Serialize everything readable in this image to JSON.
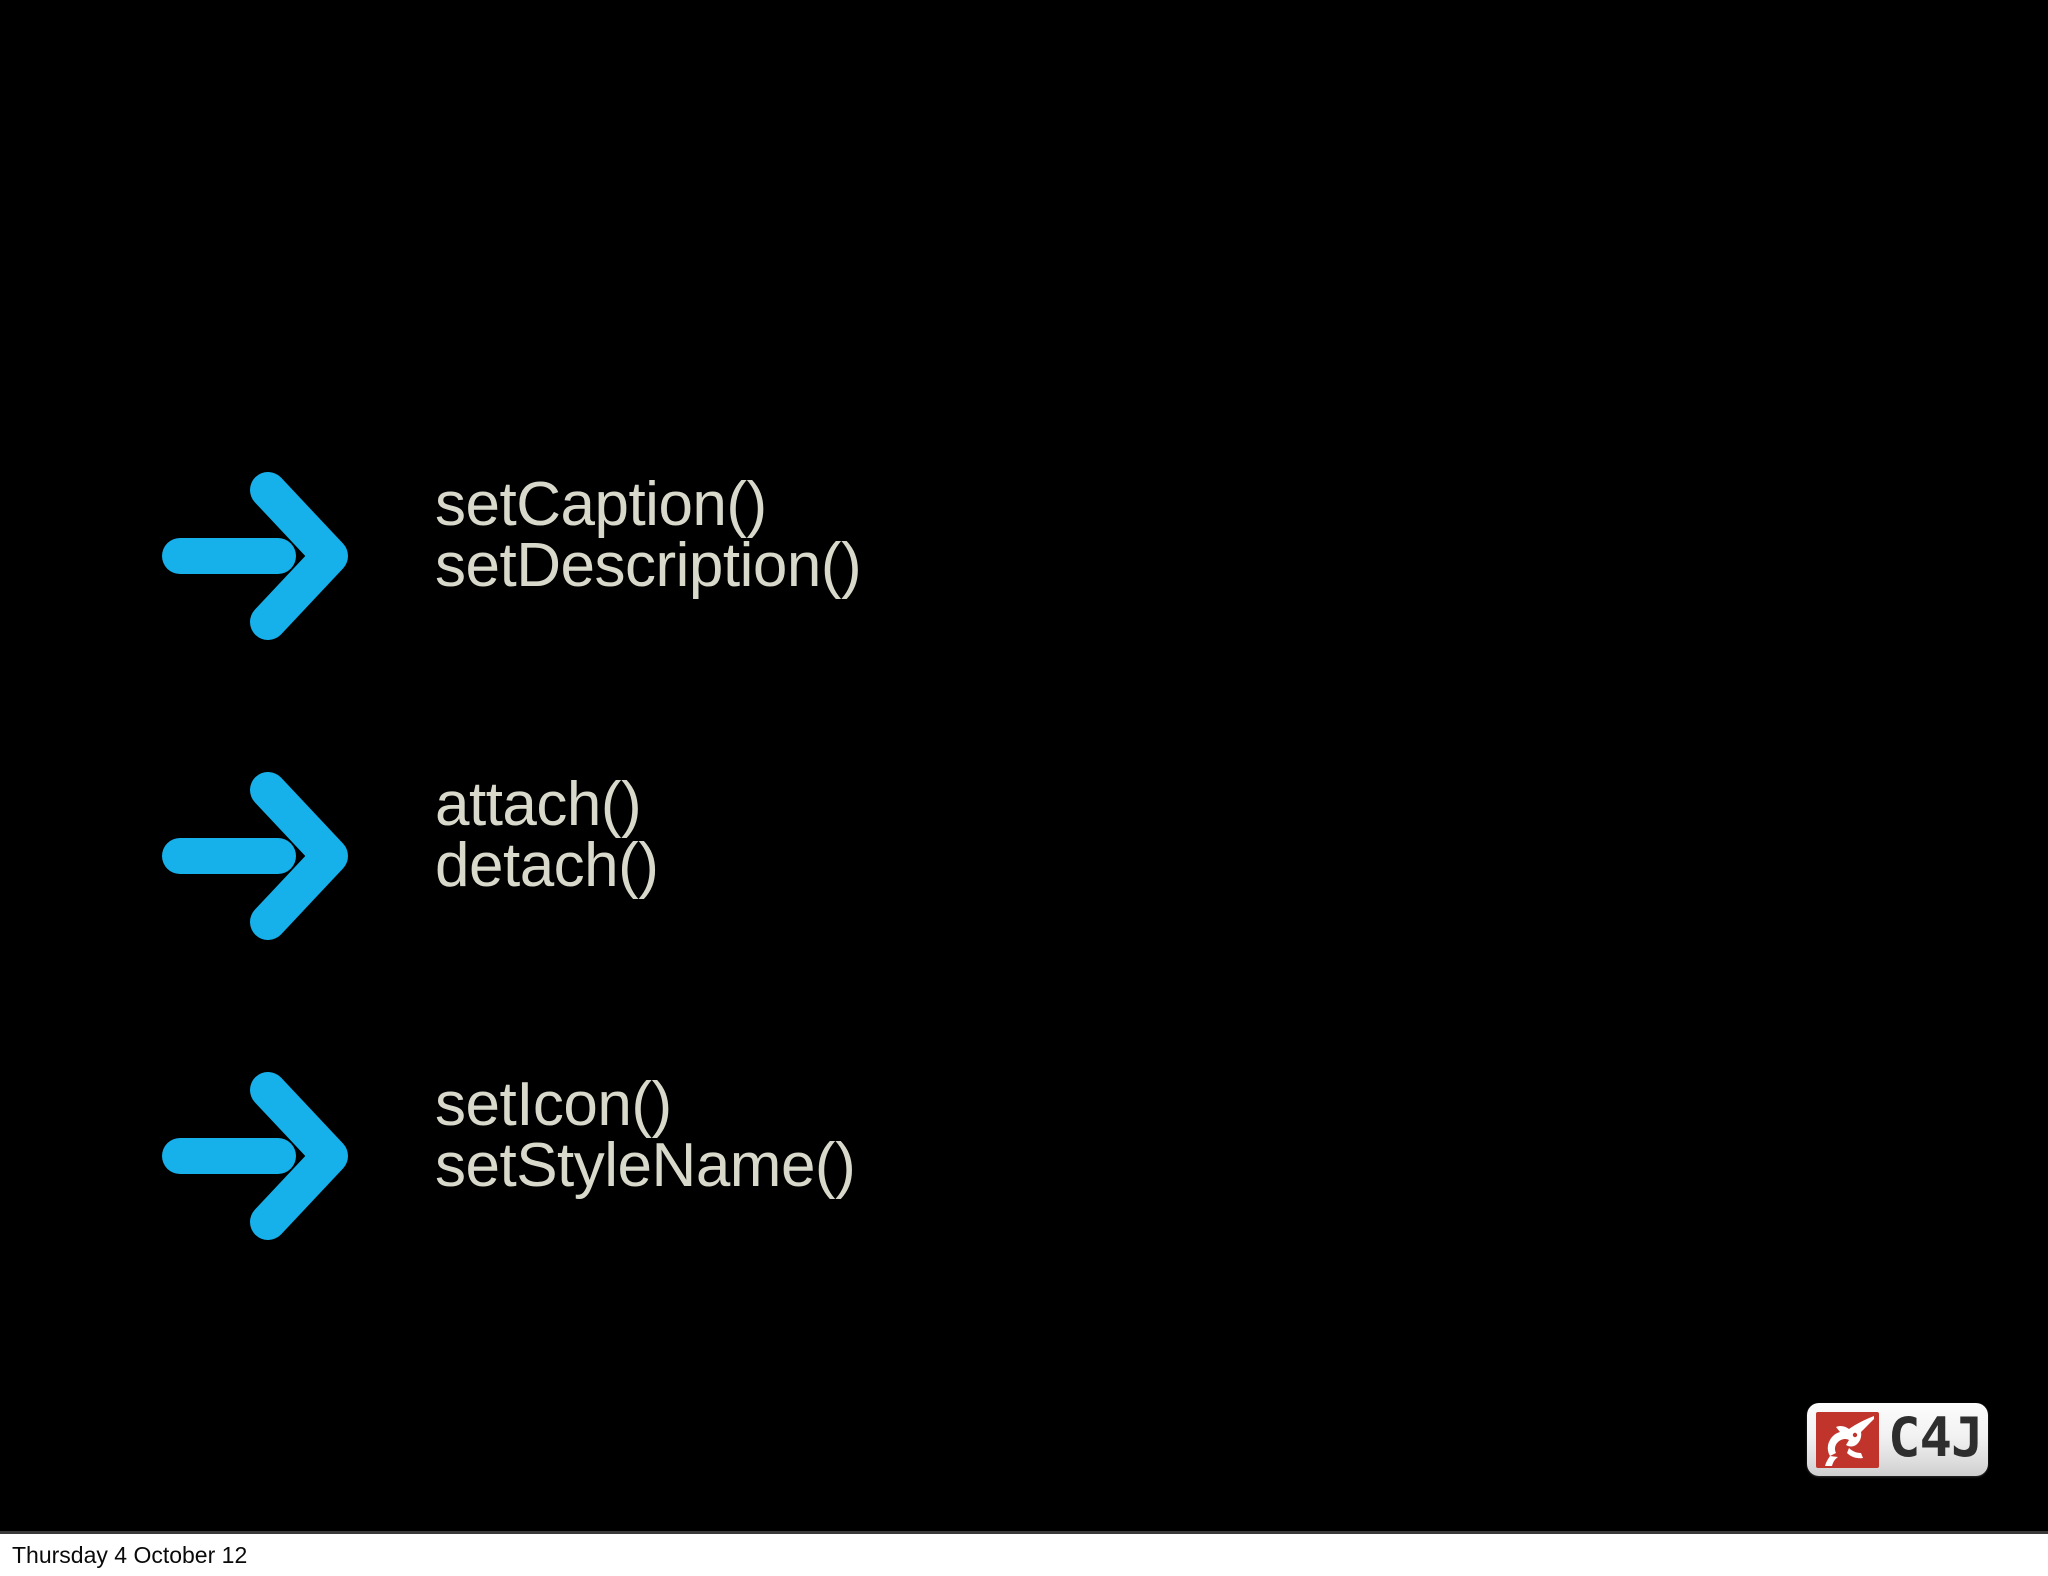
{
  "slide": {
    "background_color": "#000000",
    "text_color": "#d9d9cb",
    "accent_color": "#16b0ea",
    "rows": [
      {
        "arrow_icon": "arrow-right-icon",
        "lines": [
          "setCaption()",
          "setDescription()"
        ]
      },
      {
        "arrow_icon": "arrow-right-icon",
        "lines": [
          "attach()",
          "detach()"
        ]
      },
      {
        "arrow_icon": "arrow-right-icon",
        "lines": [
          "setIcon()",
          "setStyleName()"
        ]
      }
    ]
  },
  "logo": {
    "mark_icon": "chameleon-icon",
    "mark_color": "#c0342c",
    "badge_color": "#f2f2f2",
    "text": "C4J"
  },
  "footer": {
    "date": "Thursday 4 October 12",
    "background_color": "#ffffff",
    "text_color": "#0a0a0a"
  }
}
